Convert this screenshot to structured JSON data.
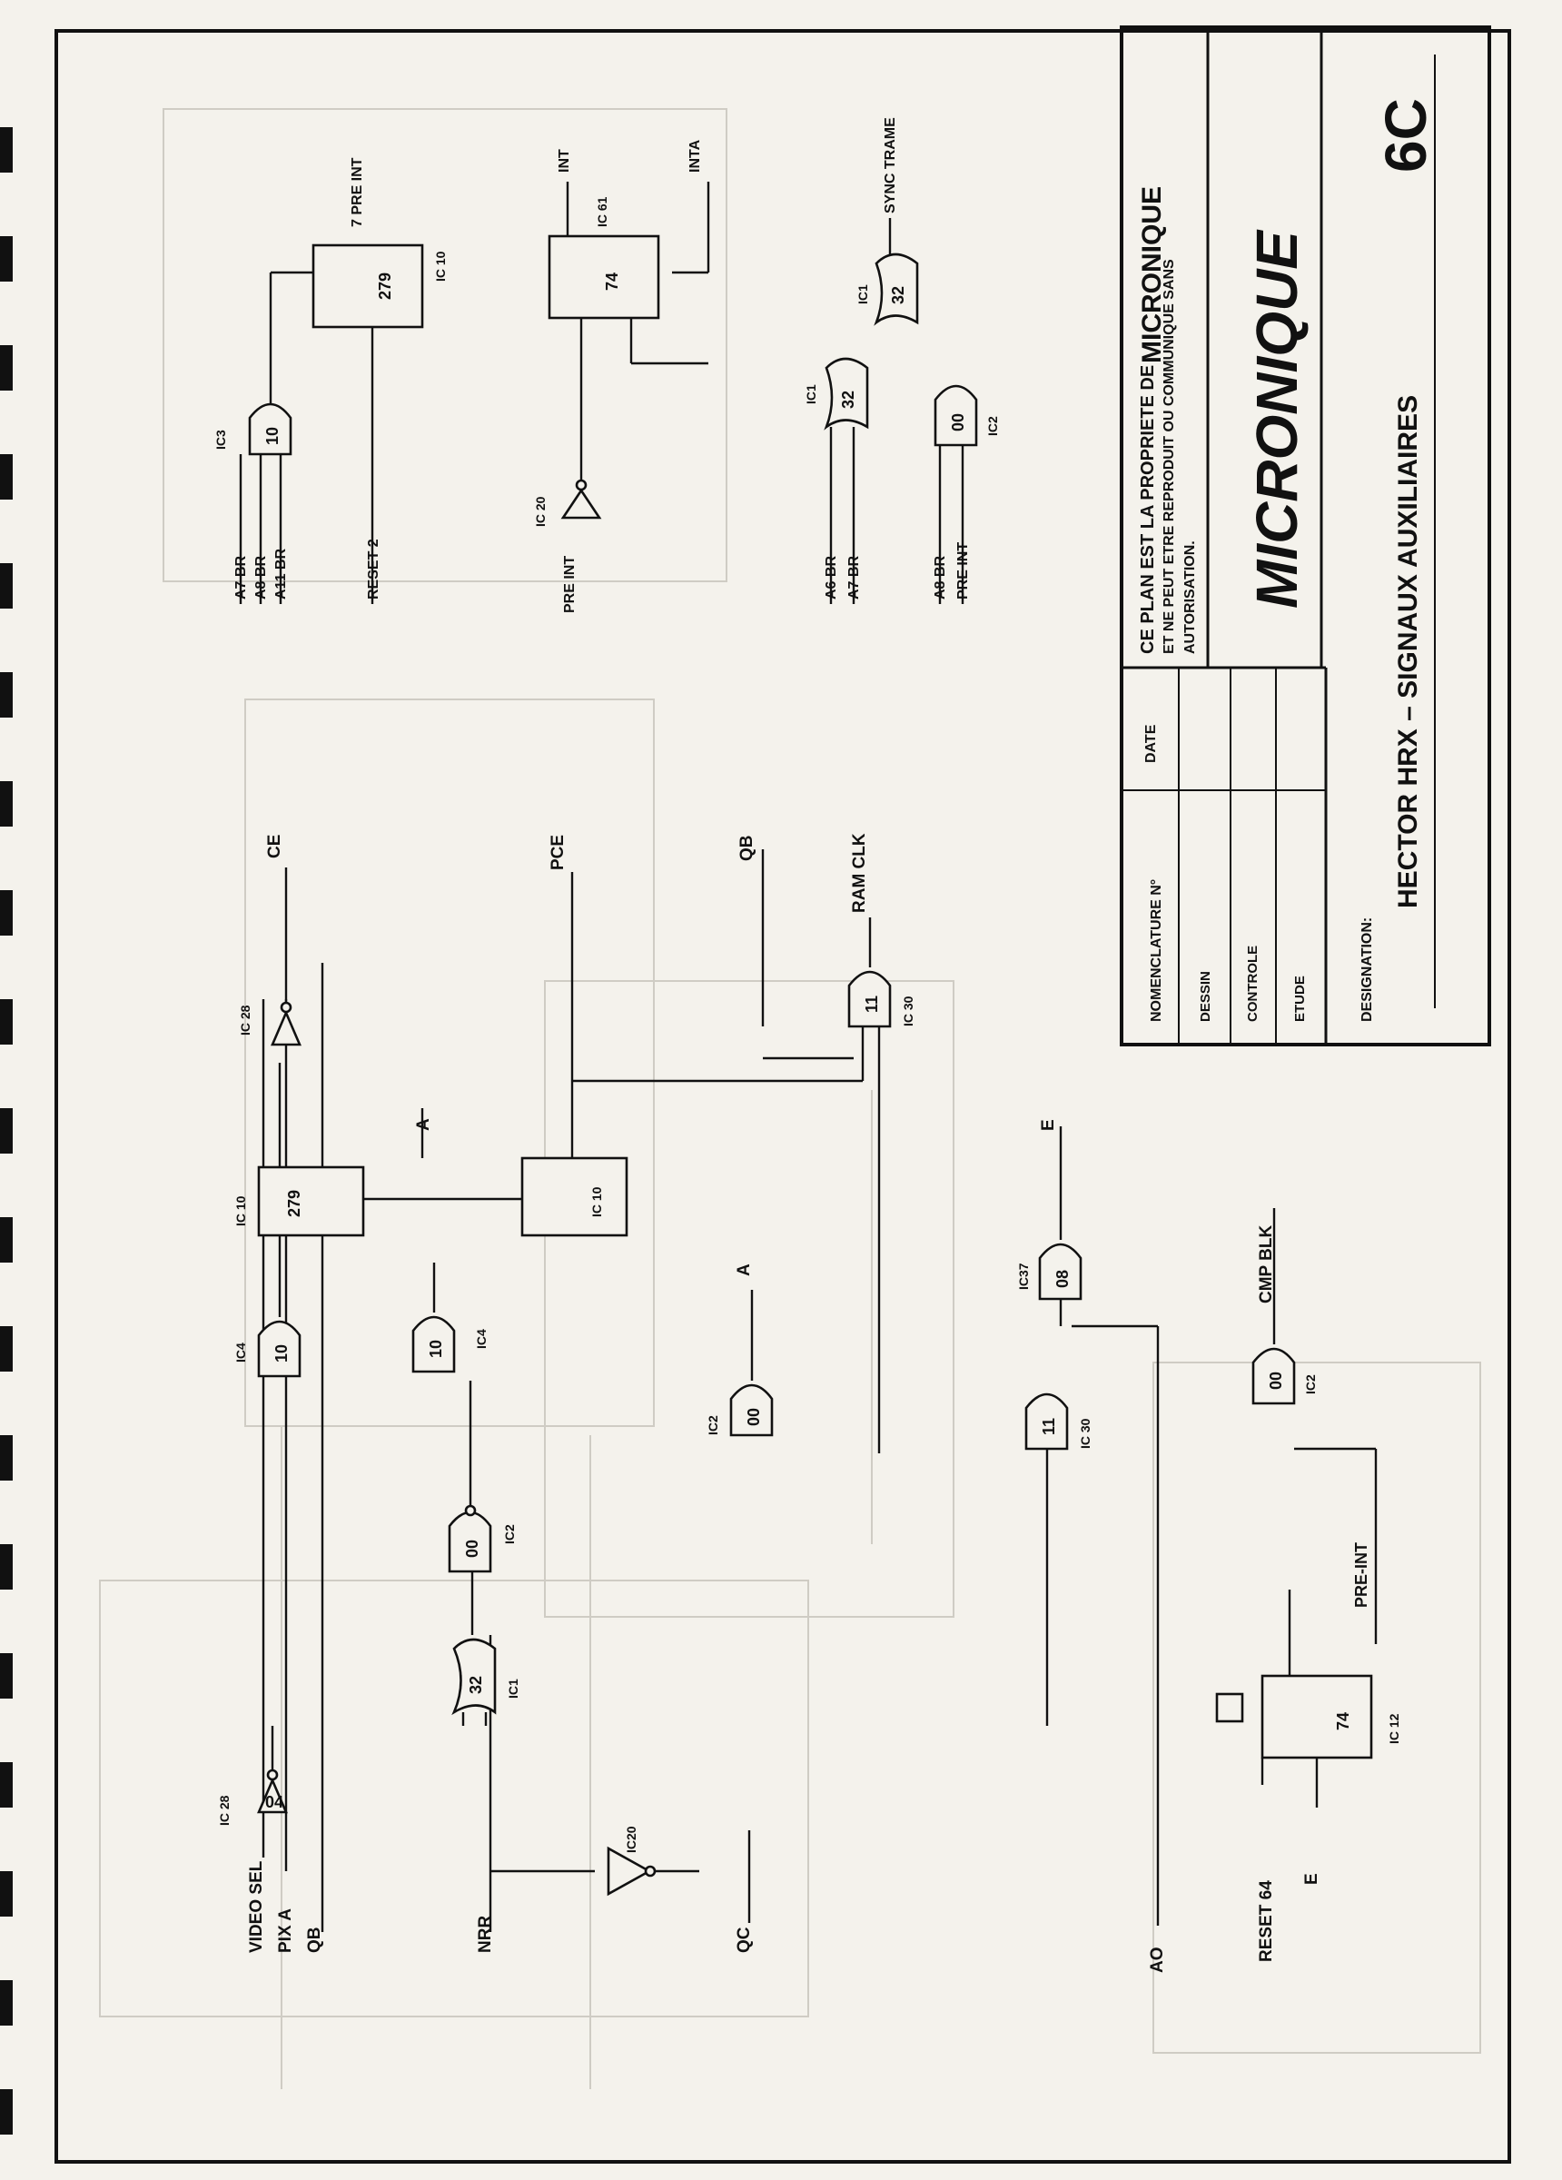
{
  "signals": {
    "video_sel": "VIDEO SEL",
    "pix_a": "PIX A",
    "qb_left": "QB",
    "nrr": "NRR",
    "qc": "QC",
    "a0": "AO",
    "reset_64": "RESET 64",
    "e_bottom": "E",
    "ce": "CE",
    "pce": "PCE",
    "qb_right": "QB",
    "ram_clk": "RAM CLK",
    "a_upper": "A",
    "a_lower": "A",
    "e_upper": "E",
    "cmp_blk": "CMP BLK",
    "pre_int_bottom": "PRE-INT",
    "a7_br": "A7 BR",
    "a8_br": "A8 BR",
    "a11_br": "A11 BR",
    "reset_2": "RESET 2",
    "pre_int_mid": "PRE INT",
    "a6_br_b": "A6 BR",
    "a7_br_b": "A7 BR",
    "a8_br_b": "A8 BR",
    "pre_int_b": "PRE INT",
    "int": "INT",
    "inta": "INTA",
    "sync_trame": "SYNC TRAME",
    "pre_int_7": "7 PRE INT"
  },
  "ics": {
    "ic28a": "IC 28",
    "ic28b": "IC 28",
    "ic4a": "IC4",
    "ic4b": "IC4",
    "ic10a": "IC 10",
    "ic10b": "IC 10",
    "ic10c": "IC 10",
    "ic2a": "IC2",
    "ic2b": "IC2",
    "ic2c": "IC2",
    "ic2d": "IC2",
    "ic1a": "IC1",
    "ic1b": "IC1",
    "ic1c": "IC1",
    "ic20a": "IC20",
    "ic20b": "IC 20",
    "ic30a": "IC 30",
    "ic30b": "IC 30",
    "ic37": "IC37",
    "ic12": "IC 12",
    "ic3": "IC3",
    "ic61": "IC 61"
  },
  "gates": {
    "g10": "10",
    "g00": "00",
    "g32": "32",
    "g04": "04",
    "g11": "11",
    "g08": "08",
    "g74": "74",
    "g279": "279"
  },
  "title_block": {
    "ownership_line1": "CE PLAN EST LA PROPRIETE DE",
    "ownership_brand": "MICRONIQUE",
    "ownership_line2": "ET NE PEUT ETRE REPRODUIT OU COMMUNIQUE SANS",
    "ownership_line3": "AUTORISATION.",
    "company": "MICRONIQUE",
    "nomenclature": "NOMENCLATURE N°",
    "date": "DATE",
    "dessin": "DESSIN",
    "controle": "CONTROLE",
    "etude": "ETUDE",
    "designation": "DESIGNATION:",
    "title": "HECTOR HRX – SIGNAUX AUXILIAIRES",
    "sheet_no": "6C"
  }
}
